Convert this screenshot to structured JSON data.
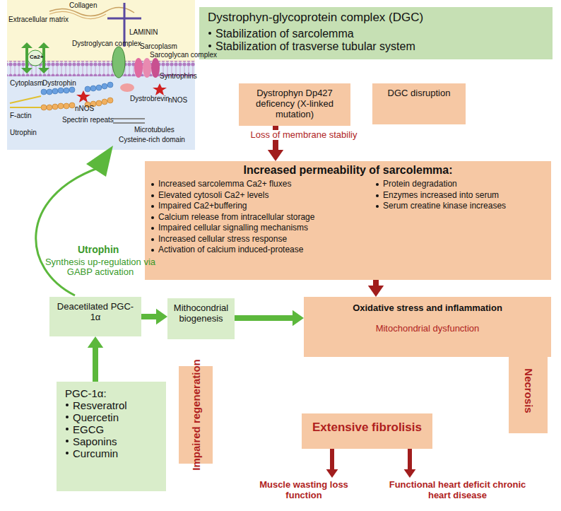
{
  "diagram": {
    "nodes": [
      {
        "text": [
          "Dystrophyn-glycoprotein complex (DGC)",
          "Stabilization of sarcolemma",
          "Stabilization of trasverse tubular system"
        ]
      },
      {
        "text": [
          "Dystrophyn Dp427 deficency (X-linked mutation)"
        ]
      },
      {
        "text": [
          "DGC disruption"
        ]
      },
      {
        "text": [
          "Increased permeability of sarcolemma:",
          "Increased sarcolemma Ca2+ fluxes",
          "Elevated cytosoli Ca2+ levels",
          "Impaired Ca2+buffering",
          "Calcium release from intracellular storage",
          "Impaired cellular signalling mechanisms",
          "Increased cellular stress response",
          "Activation of calcium induced-protease",
          "Protein degradation",
          "Enzymes increased into serum",
          "Serum creatine kinase increases"
        ]
      },
      {
        "text": [
          "Oxidative stress and inflammation",
          "Mitochondrial dysfunction"
        ]
      },
      {
        "text": [
          "Deacetilated PGC-1α"
        ]
      },
      {
        "text": [
          "Mithocondrial biogenesis"
        ]
      },
      {
        "text": [
          "Impaired regeneration"
        ]
      },
      {
        "text": [
          "Necrosis"
        ]
      },
      {
        "text": [
          "PGC-1α:",
          "Resveratrol",
          "Quercetin",
          "EGCG",
          "Saponins",
          "Curcumin"
        ]
      },
      {
        "text": [
          "Extensive fibrolisis"
        ]
      },
      {
        "text": [
          "Muscle wasting loss function"
        ]
      },
      {
        "text": [
          "Functional heart deficit chronic heart disease"
        ]
      }
    ],
    "edges": [
      {
        "from": 1,
        "to": 3,
        "arrow": "to",
        "label": "Loss of membrane stabiliy"
      },
      {
        "from": 3,
        "to": 4,
        "arrow": "to"
      },
      {
        "from": 9,
        "to": 5,
        "arrow": "to"
      },
      {
        "from": 5,
        "to": 6,
        "arrow": "to"
      },
      {
        "from": 6,
        "to": 4,
        "arrow": "to"
      },
      {
        "from": 10,
        "to": 11,
        "arrow": "to"
      },
      {
        "from": 10,
        "to": 12,
        "arrow": "to"
      }
    ],
    "labels": [
      "Collagen",
      "Extracellular matrix",
      "LAMININ",
      "Dystroglycan complex",
      "Ca2+",
      "Sarcoplasm",
      "Sarcoglycan complex",
      "Cytoplasm",
      "Syntrophins",
      "nNOS",
      "Dystrophin",
      "nNOS",
      "Dystrobrevin",
      "F-actin",
      "Spectrin repeats",
      "Microtubules",
      "Utrophin",
      "Cysteine-rich domain",
      "Utrophin",
      "Synthesis up-regulation via GABP activation"
    ]
  }
}
